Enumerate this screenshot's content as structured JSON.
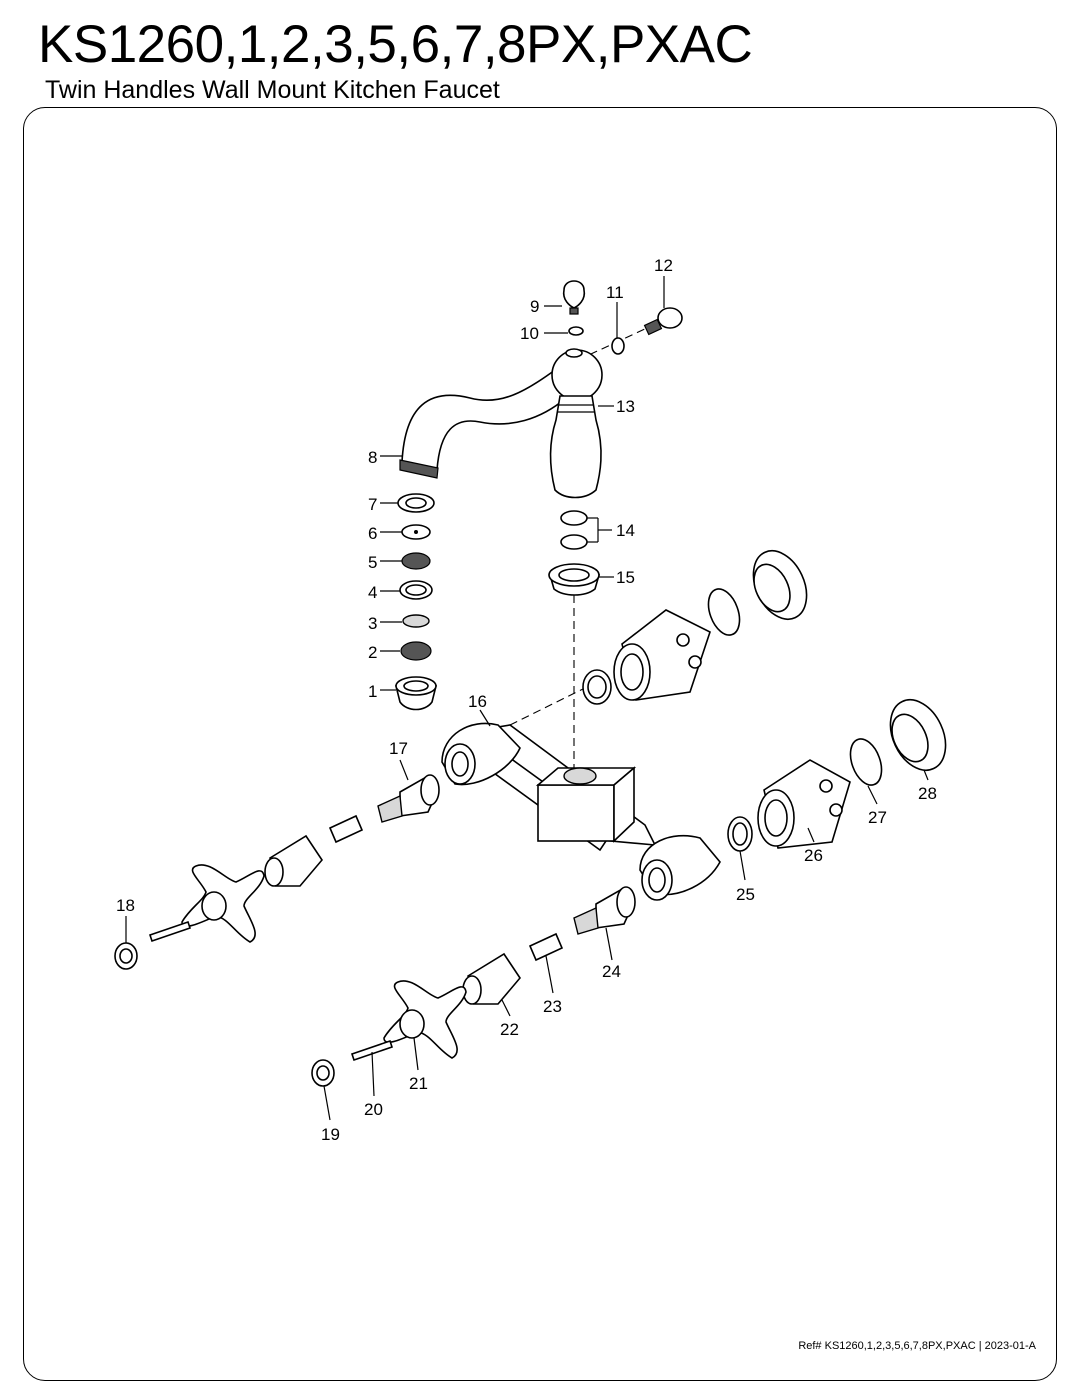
{
  "header": {
    "title": "KS1260,1,2,3,5,6,7,8PX,PXAC",
    "subtitle": "Twin Handles Wall Mount Kitchen Faucet"
  },
  "footer": {
    "ref": "Ref# KS1260,1,2,3,5,6,7,8PX,PXAC | 2023-01-A"
  },
  "callouts": [
    "1",
    "2",
    "3",
    "4",
    "5",
    "6",
    "7",
    "8",
    "9",
    "10",
    "11",
    "12",
    "13",
    "14",
    "15",
    "16",
    "17",
    "18",
    "19",
    "20",
    "21",
    "22",
    "23",
    "24",
    "25",
    "26",
    "27",
    "28"
  ]
}
